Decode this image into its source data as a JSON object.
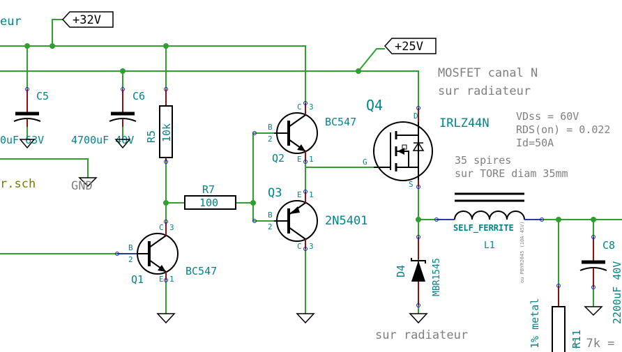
{
  "global_labels": {
    "v32": "+32V",
    "v25": "+25V"
  },
  "sheet_text": {
    "top_left": "eur",
    "sch_file": "r.sch"
  },
  "gnd_label": "GND",
  "capacitors": {
    "c5": {
      "ref": "C5",
      "value": "0uF 63V"
    },
    "c6": {
      "ref": "C6",
      "value": "4700uF 40V"
    },
    "c8": {
      "ref": "C8",
      "value": "2200uF 40V"
    }
  },
  "resistors": {
    "r5": {
      "ref": "R5",
      "value": "10k"
    },
    "r7": {
      "ref": "R7",
      "value": "100"
    },
    "r11": {
      "ref": "R11"
    }
  },
  "transistors": {
    "q1": {
      "ref": "Q1",
      "value": "BC547",
      "pins": {
        "c": "C",
        "b": "B",
        "e": "E",
        "c_num": "3",
        "b_num": "2",
        "e_num": "1"
      }
    },
    "q2": {
      "ref": "Q2",
      "value": "BC547",
      "pins": {
        "c": "C",
        "b": "B",
        "e": "E",
        "c_num": "3",
        "b_num": "2",
        "e_num": "1"
      }
    },
    "q3": {
      "ref": "Q3",
      "value": "2N5401",
      "pins": {
        "c": "C",
        "b": "B",
        "e": "E",
        "c_num": "3",
        "b_num": "2",
        "e_num": "1"
      }
    },
    "q4": {
      "ref": "Q4",
      "value": "IRLZ44N",
      "pins": {
        "d": "D",
        "g": "G",
        "s": "S"
      }
    }
  },
  "mosfet_notes": {
    "title_line1": "MOSFET canal N",
    "title_line2": "sur radiateur",
    "vdss": "VDss = 60V",
    "rds": "RDS(on) = 0.022",
    "id": "Id=50A"
  },
  "inductor": {
    "ref": "L1",
    "value": "SELF_FERRITE",
    "note1": "35 spires",
    "note2": "sur TORE diam 35mm"
  },
  "diode": {
    "ref": "D4",
    "value": "MBR1545",
    "note": "sur radiateur",
    "small_note": "ou PBYR2045 (10A-45V)"
  },
  "bottom_right": {
    "metal": "1% metal",
    "paren": "( 7k ="
  }
}
